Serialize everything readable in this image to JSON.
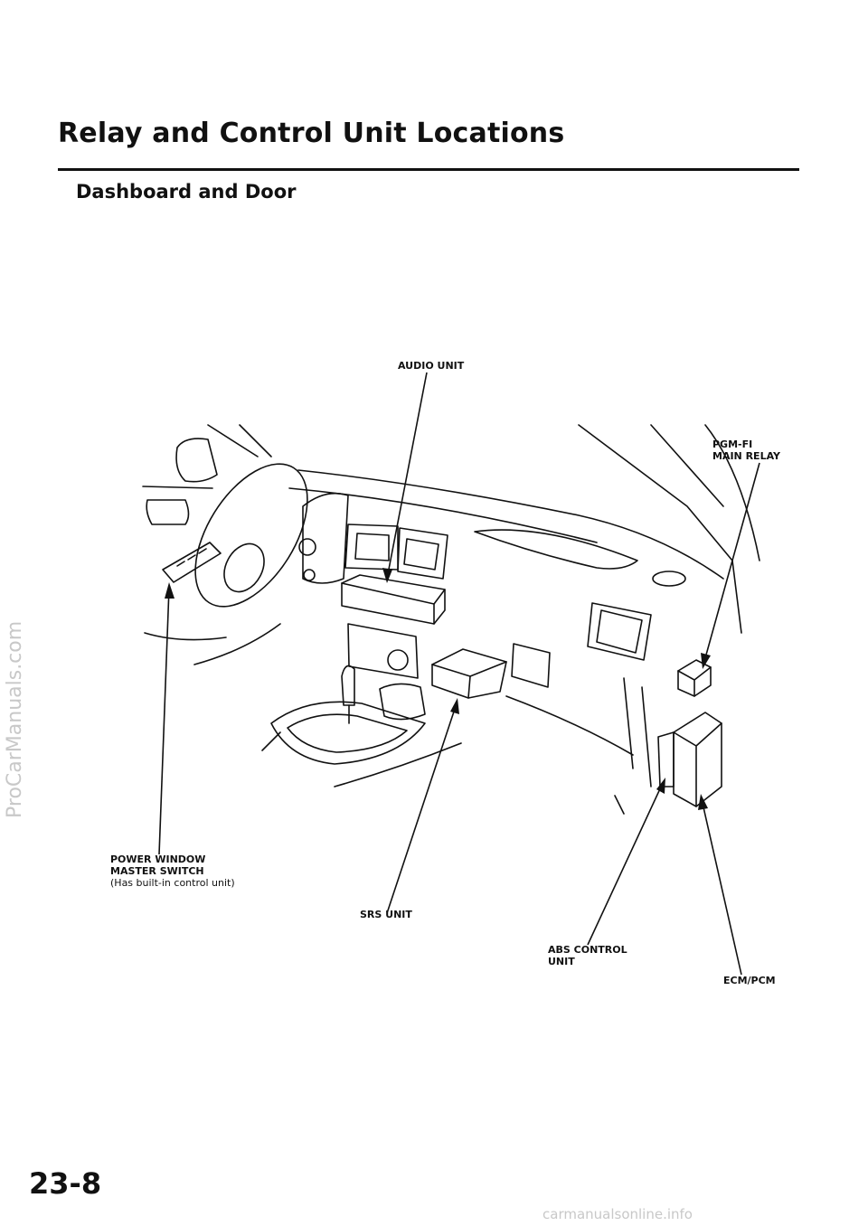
{
  "page": {
    "title": "Relay and Control Unit Locations",
    "section": "Dashboard and Door",
    "page_number": "23-8"
  },
  "callouts": {
    "audio_unit": "AUDIO UNIT",
    "pgm_fi_line1": "PGM-FI",
    "pgm_fi_line2": "MAIN RELAY",
    "power_window_line1": "POWER WINDOW",
    "power_window_line2": "MASTER SWITCH",
    "power_window_note": "(Has built-in control unit)",
    "srs_unit": "SRS UNIT",
    "abs_line1": "ABS CONTROL",
    "abs_line2": "UNIT",
    "ecm_pcm": "ECM/PCM"
  },
  "watermarks": {
    "side": "ProCarManuals.com",
    "footer": "carmanualsonline.info"
  }
}
